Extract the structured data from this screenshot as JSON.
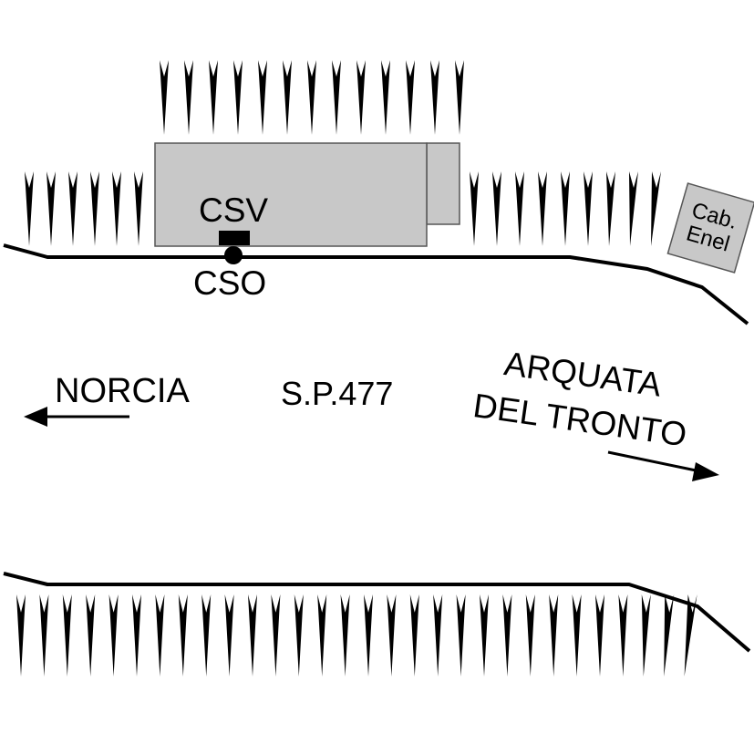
{
  "labels": {
    "csv": "CSV",
    "cso": "CSO",
    "norcia": "NORCIA",
    "road": "S.P.477",
    "arquata_line1": "ARQUATA",
    "arquata_line2": "DEL TRONTO",
    "cabin_line1": "Cab.",
    "cabin_line2": "Enel"
  },
  "colors": {
    "ink": "#000000",
    "building_fill": "#c8c8c8",
    "building_stroke": "#555555",
    "background": "#ffffff"
  },
  "icons": {
    "tree_marks": "tree-spike-icon",
    "direction_arrows": "arrow-icon",
    "station_marker": "circle-marker-icon"
  }
}
